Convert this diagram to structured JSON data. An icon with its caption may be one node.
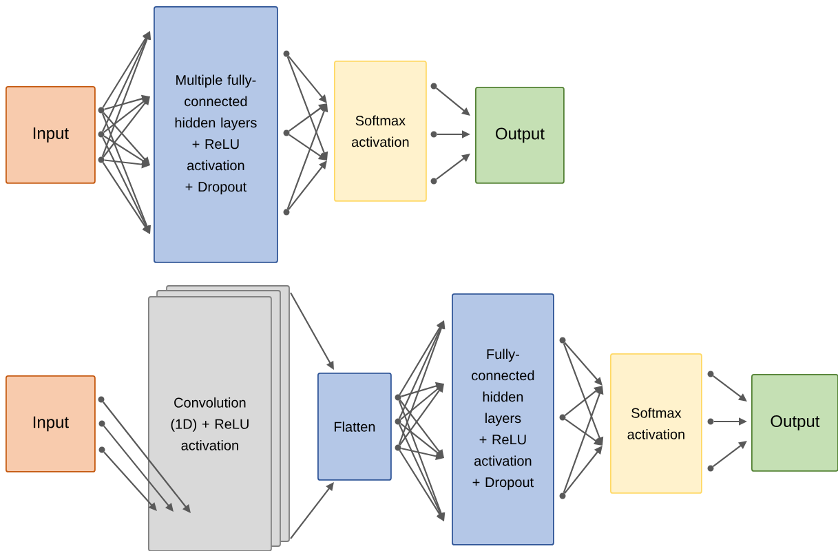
{
  "diagram": {
    "nodes": [
      {
        "text": [
          "Input"
        ]
      },
      {
        "text": [
          "Multiple fully-connected hidden layers + ReLU activation + Dropout"
        ]
      },
      {
        "text": [
          "Softmax activation"
        ]
      },
      {
        "text": [
          "Output"
        ]
      },
      {
        "text": [
          "Input"
        ]
      },
      {
        "text": [
          "Convolution (1D) + ReLU activation"
        ]
      },
      {
        "text": [
          "Flatten"
        ]
      },
      {
        "text": [
          "Fully-connected hidden layers + ReLU activation + Dropout"
        ]
      },
      {
        "text": [
          "Softmax activation"
        ]
      },
      {
        "text": [
          "Output"
        ]
      },
      {
        "text": [],
        "shape": "circle"
      },
      {
        "text": [],
        "shape": "circle"
      },
      {
        "text": [],
        "shape": "circle"
      },
      {
        "text": [],
        "shape": "circle"
      },
      {
        "text": [],
        "shape": "circle"
      },
      {
        "text": [],
        "shape": "circle"
      },
      {
        "text": [],
        "shape": "circle"
      },
      {
        "text": [],
        "shape": "circle"
      },
      {
        "text": [],
        "shape": "circle"
      },
      {
        "text": [],
        "shape": "circle"
      },
      {
        "text": [],
        "shape": "circle"
      },
      {
        "text": [],
        "shape": "circle"
      },
      {
        "text": [],
        "shape": "circle"
      },
      {
        "text": [],
        "shape": "circle"
      },
      {
        "text": [],
        "shape": "circle"
      },
      {
        "text": [],
        "shape": "circle"
      },
      {
        "text": [],
        "shape": "circle"
      },
      {
        "text": [],
        "shape": "circle"
      },
      {
        "text": [],
        "shape": "circle"
      },
      {
        "text": [],
        "shape": "circle"
      },
      {
        "text": [],
        "shape": "circle"
      }
    ],
    "edges": [
      {
        "from": 10,
        "to": 1,
        "arrow": "to"
      },
      {
        "from": 10,
        "to": 1,
        "arrow": "to"
      },
      {
        "from": 10,
        "to": 1,
        "arrow": "to"
      },
      {
        "from": 10,
        "to": 1,
        "arrow": "to"
      },
      {
        "from": 11,
        "to": 1,
        "arrow": "to"
      },
      {
        "from": 11,
        "to": 1,
        "arrow": "to"
      },
      {
        "from": 11,
        "to": 1,
        "arrow": "to"
      },
      {
        "from": 11,
        "to": 1,
        "arrow": "to"
      },
      {
        "from": 12,
        "to": 1,
        "arrow": "to"
      },
      {
        "from": 12,
        "to": 1,
        "arrow": "to"
      },
      {
        "from": 12,
        "to": 1,
        "arrow": "to"
      },
      {
        "from": 12,
        "to": 1,
        "arrow": "to"
      },
      {
        "from": 13,
        "to": 2,
        "arrow": "to"
      },
      {
        "from": 13,
        "to": 2,
        "arrow": "to"
      },
      {
        "from": 14,
        "to": 2,
        "arrow": "to"
      },
      {
        "from": 14,
        "to": 2,
        "arrow": "to"
      },
      {
        "from": 15,
        "to": 2,
        "arrow": "to"
      },
      {
        "from": 15,
        "to": 2,
        "arrow": "to"
      },
      {
        "from": 16,
        "to": 3,
        "arrow": "to"
      },
      {
        "from": 17,
        "to": 3,
        "arrow": "to"
      },
      {
        "from": 18,
        "to": 3,
        "arrow": "to"
      },
      {
        "from": 19,
        "to": 5,
        "arrow": "to"
      },
      {
        "from": 20,
        "to": 5,
        "arrow": "to"
      },
      {
        "from": 21,
        "to": 5,
        "arrow": "to"
      },
      {
        "from": 5,
        "to": 6,
        "arrow": "to"
      },
      {
        "from": 5,
        "to": 6,
        "arrow": "to"
      },
      {
        "from": 22,
        "to": 7,
        "arrow": "to"
      },
      {
        "from": 22,
        "to": 7,
        "arrow": "to"
      },
      {
        "from": 22,
        "to": 7,
        "arrow": "to"
      },
      {
        "from": 22,
        "to": 7,
        "arrow": "to"
      },
      {
        "from": 23,
        "to": 7,
        "arrow": "to"
      },
      {
        "from": 23,
        "to": 7,
        "arrow": "to"
      },
      {
        "from": 23,
        "to": 7,
        "arrow": "to"
      },
      {
        "from": 23,
        "to": 7,
        "arrow": "to"
      },
      {
        "from": 24,
        "to": 7,
        "arrow": "to"
      },
      {
        "from": 24,
        "to": 7,
        "arrow": "to"
      },
      {
        "from": 24,
        "to": 7,
        "arrow": "to"
      },
      {
        "from": 24,
        "to": 7,
        "arrow": "to"
      },
      {
        "from": 25,
        "to": 8,
        "arrow": "to"
      },
      {
        "from": 25,
        "to": 8,
        "arrow": "to"
      },
      {
        "from": 26,
        "to": 8,
        "arrow": "to"
      },
      {
        "from": 26,
        "to": 8,
        "arrow": "to"
      },
      {
        "from": 27,
        "to": 8,
        "arrow": "to"
      },
      {
        "from": 27,
        "to": 8,
        "arrow": "to"
      },
      {
        "from": 28,
        "to": 9,
        "arrow": "to"
      },
      {
        "from": 29,
        "to": 9,
        "arrow": "to"
      },
      {
        "from": 30,
        "to": 9,
        "arrow": "to"
      }
    ]
  }
}
